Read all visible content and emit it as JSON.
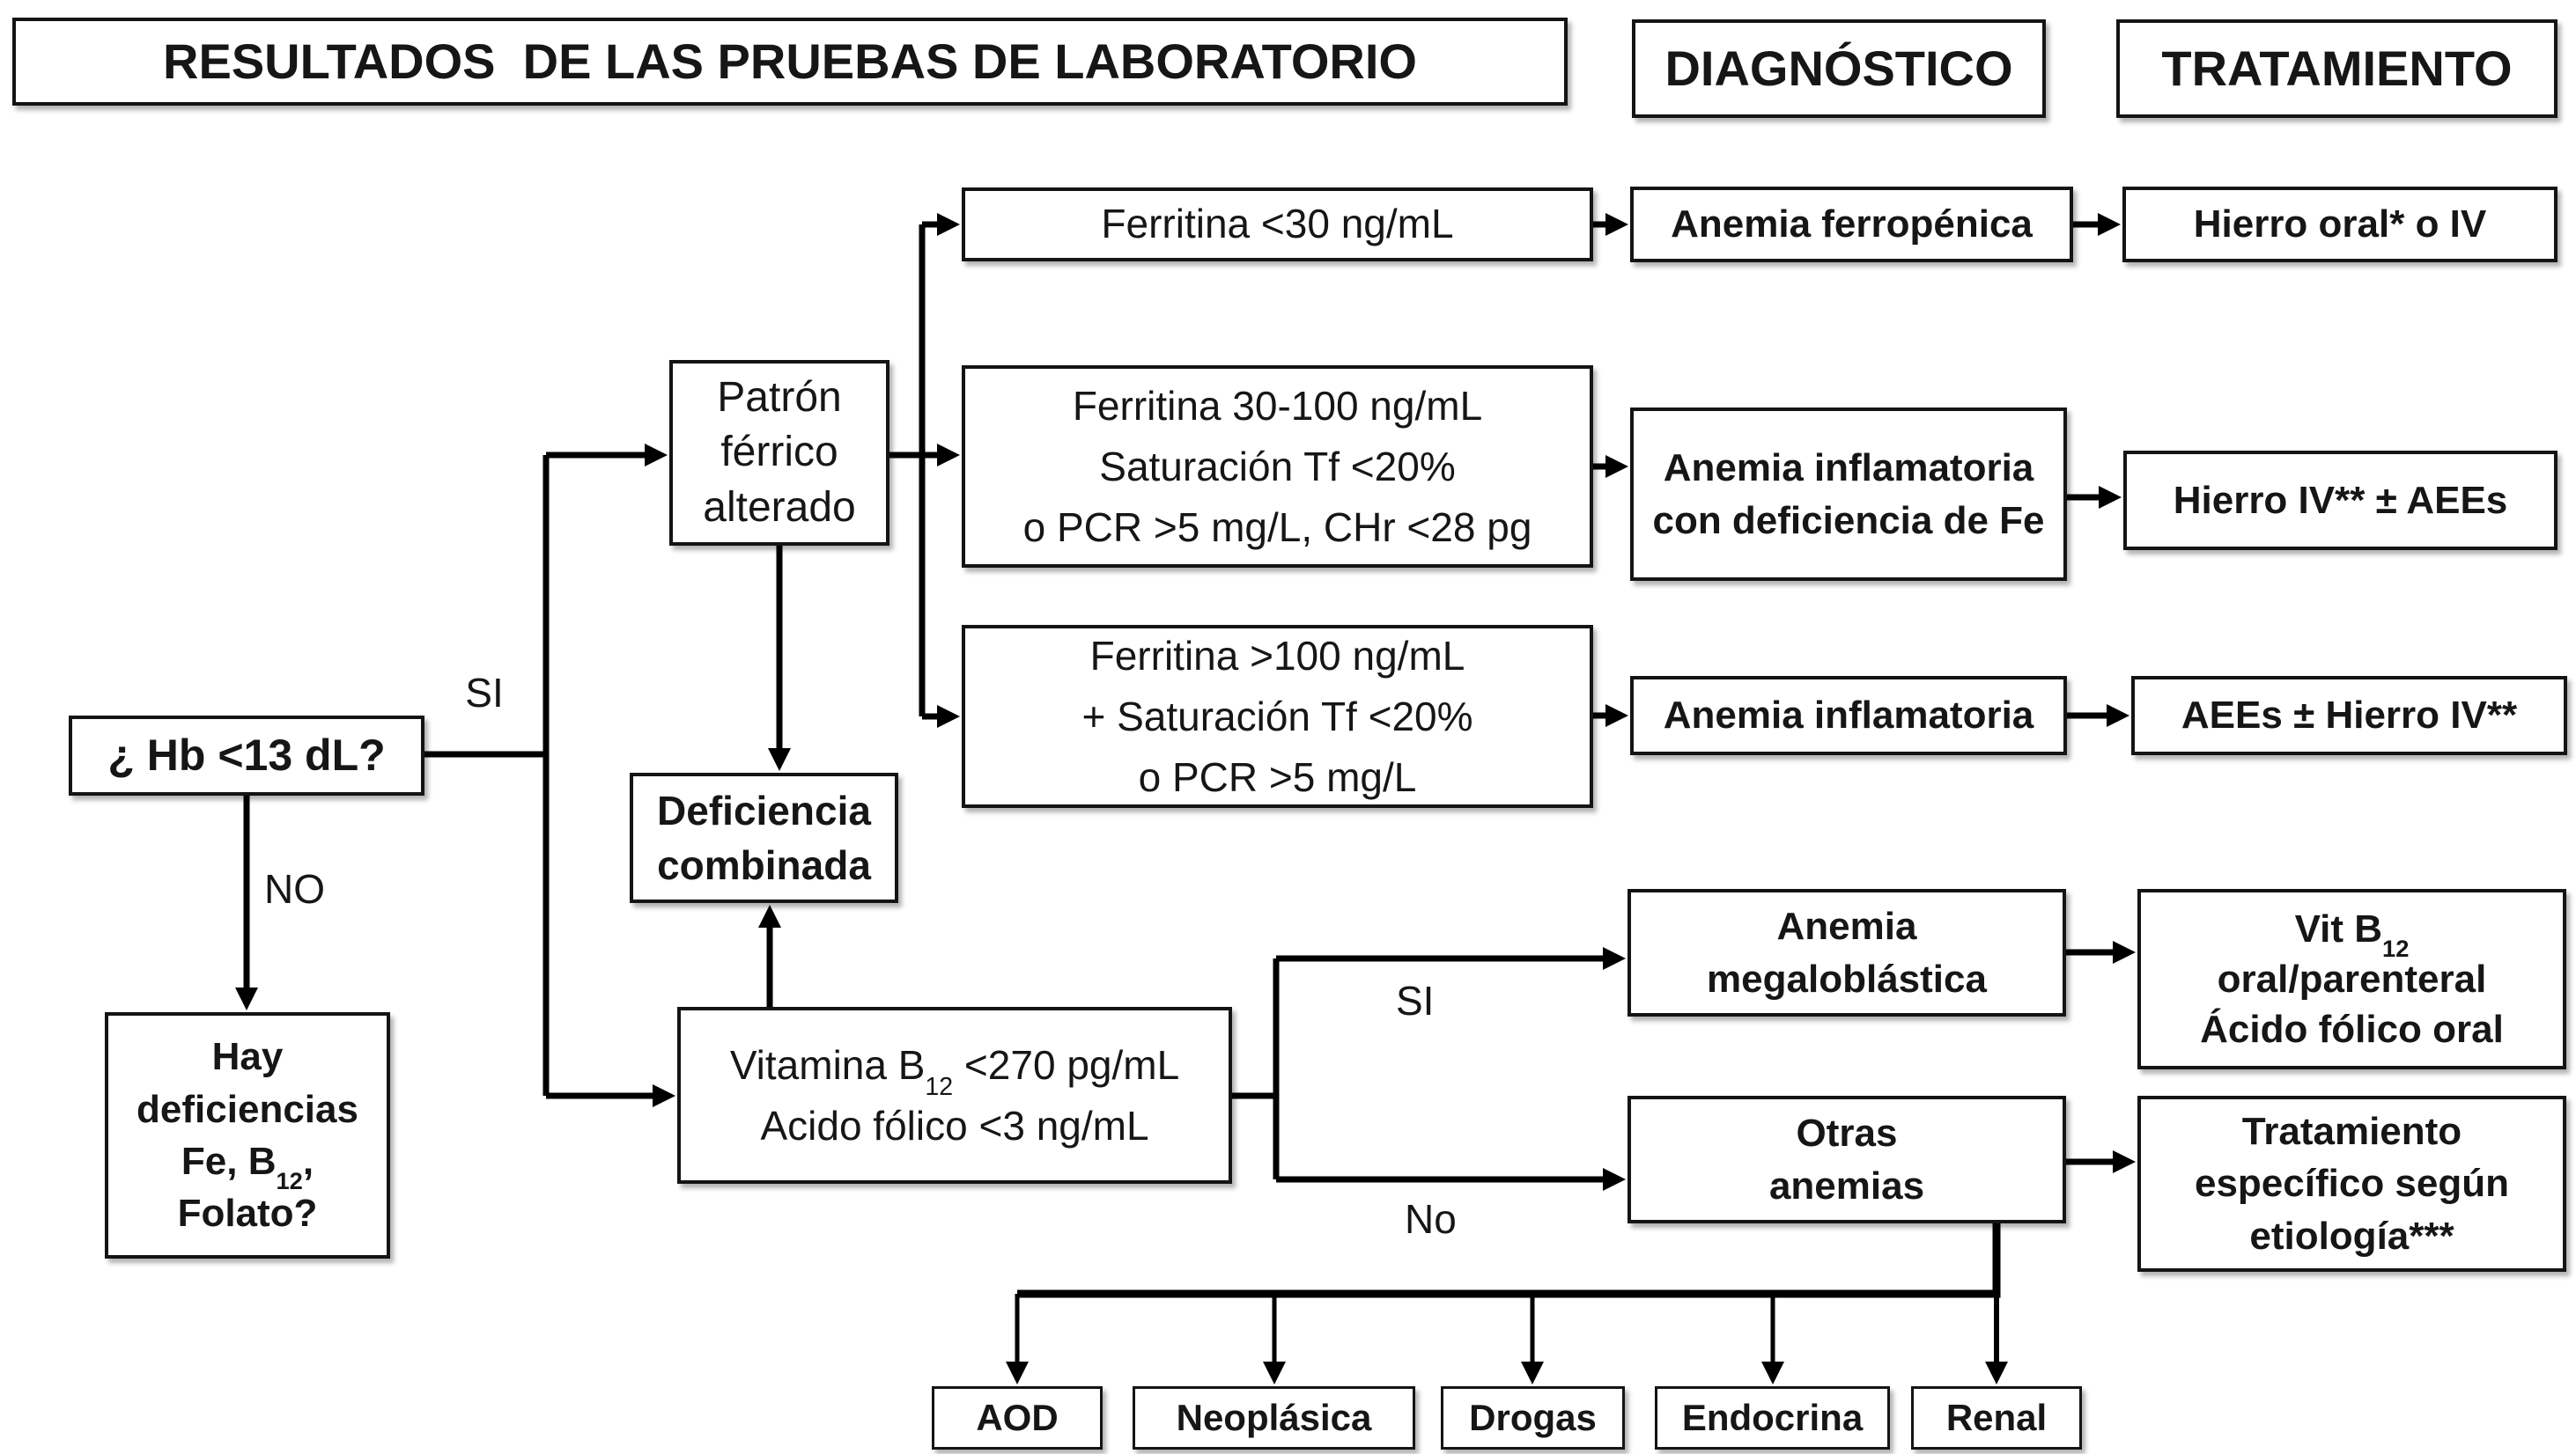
{
  "headers": {
    "lab": "RESULTADOS  DE LAS PRUEBAS DE LABORATORIO",
    "diagnostico": "DIAGNÓSTICO",
    "tratamiento": "TRATAMIENTO"
  },
  "edge_labels": {
    "si_top": "SI",
    "no_top": "NO",
    "si_mid": "SI",
    "no_mid": "No"
  },
  "boxes": {
    "hb": "¿ Hb <13 dL?",
    "hay": {
      "line1": "Hay",
      "line2": "deficiencias",
      "line3_pre": "Fe, B",
      "line3_sub": "12",
      "line3_post": ",",
      "line4": "Folato?"
    },
    "patron": {
      "line1": "Patrón",
      "line2": "férrico",
      "line3": "alterado"
    },
    "deficiencia": {
      "line1": "Deficiencia",
      "line2": "combinada"
    },
    "vitamina": {
      "line1_pre": "Vitamina B",
      "line1_sub": "12",
      "line1_post": " <270 pg/mL",
      "line2": "Acido fólico <3 ng/mL"
    },
    "lab1": "Ferritina <30 ng/mL",
    "lab2": {
      "line1": "Ferritina 30-100 ng/mL",
      "line2": "Saturación Tf <20%",
      "line3": "o PCR >5 mg/L, CHr <28 pg"
    },
    "lab3": {
      "line1": "Ferritina >100 ng/mL",
      "line2": "+ Saturación Tf <20%",
      "line3": "o PCR >5 mg/L"
    },
    "diag1": "Anemia ferropénica",
    "diag2": {
      "line1": "Anemia inflamatoria",
      "line2": "con deficiencia de Fe"
    },
    "diag3": "Anemia inflamatoria",
    "diag4": {
      "line1": "Anemia",
      "line2": "megaloblástica"
    },
    "diag5": {
      "line1": "Otras",
      "line2": "anemias"
    },
    "trat1": "Hierro oral* o IV",
    "trat2": "Hierro IV** ± AEEs",
    "trat3": "AEEs ± Hierro IV**",
    "trat4": {
      "line1_pre": "Vit B",
      "line1_sub": "12",
      "line2": "oral/parenteral",
      "line3": "Ácido fólico oral"
    },
    "trat5": {
      "line1": "Tratamiento",
      "line2": "específico según",
      "line3": "etiología***"
    },
    "etiologies": [
      "AOD",
      "Neoplásica",
      "Drogas",
      "Endocrina",
      "Renal"
    ]
  },
  "colors": {
    "line": "#000000",
    "box_border": "#141414",
    "box_bg": "#ffffff",
    "text": "#161616"
  }
}
